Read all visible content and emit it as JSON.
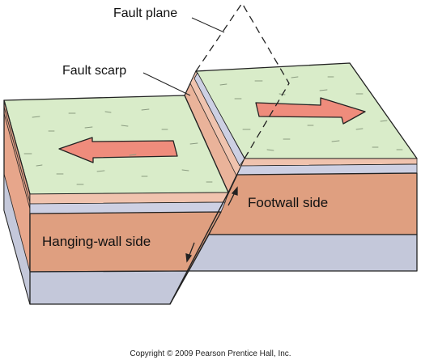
{
  "labels": {
    "fault_plane": "Fault plane",
    "fault_scarp": "Fault scarp",
    "footwall_side": "Footwall side",
    "hanging_wall_side": "Hanging-wall side"
  },
  "copyright": "Copyright © 2009 Pearson Prentice Hall, Inc.",
  "colors": {
    "ground_surface": "#d9ecc9",
    "sediment_orange": "#df9f80",
    "sediment_light": "#eab39a",
    "sediment_pale": "#f0c3ae",
    "bedrock_blue": "#c4c8da",
    "band_lilac": "#cdd0e3",
    "arrow_salmon": "#ef8c7c",
    "outline": "#222222"
  },
  "icons": {
    "left_arrow": "block-arrow-left",
    "right_arrow": "block-arrow-right",
    "slip_arrows": "half-arrows"
  }
}
